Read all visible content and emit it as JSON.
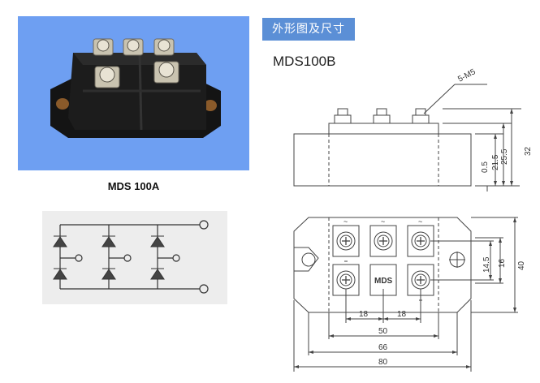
{
  "photo": {
    "caption": "MDS 100A"
  },
  "section": {
    "tab_label": "外形图及尺寸"
  },
  "drawing": {
    "model": "MDS100B",
    "side_view": {
      "thread_label": "5-M5",
      "dims": [
        "0.5",
        "21.5",
        "25.5",
        "32"
      ]
    },
    "top_view": {
      "center_label": "MDS",
      "tilde": "~",
      "vertical_dims": [
        "14.5",
        "16",
        "40"
      ],
      "horizontal_dims": [
        "18",
        "18",
        "50",
        "66",
        "80"
      ]
    }
  }
}
